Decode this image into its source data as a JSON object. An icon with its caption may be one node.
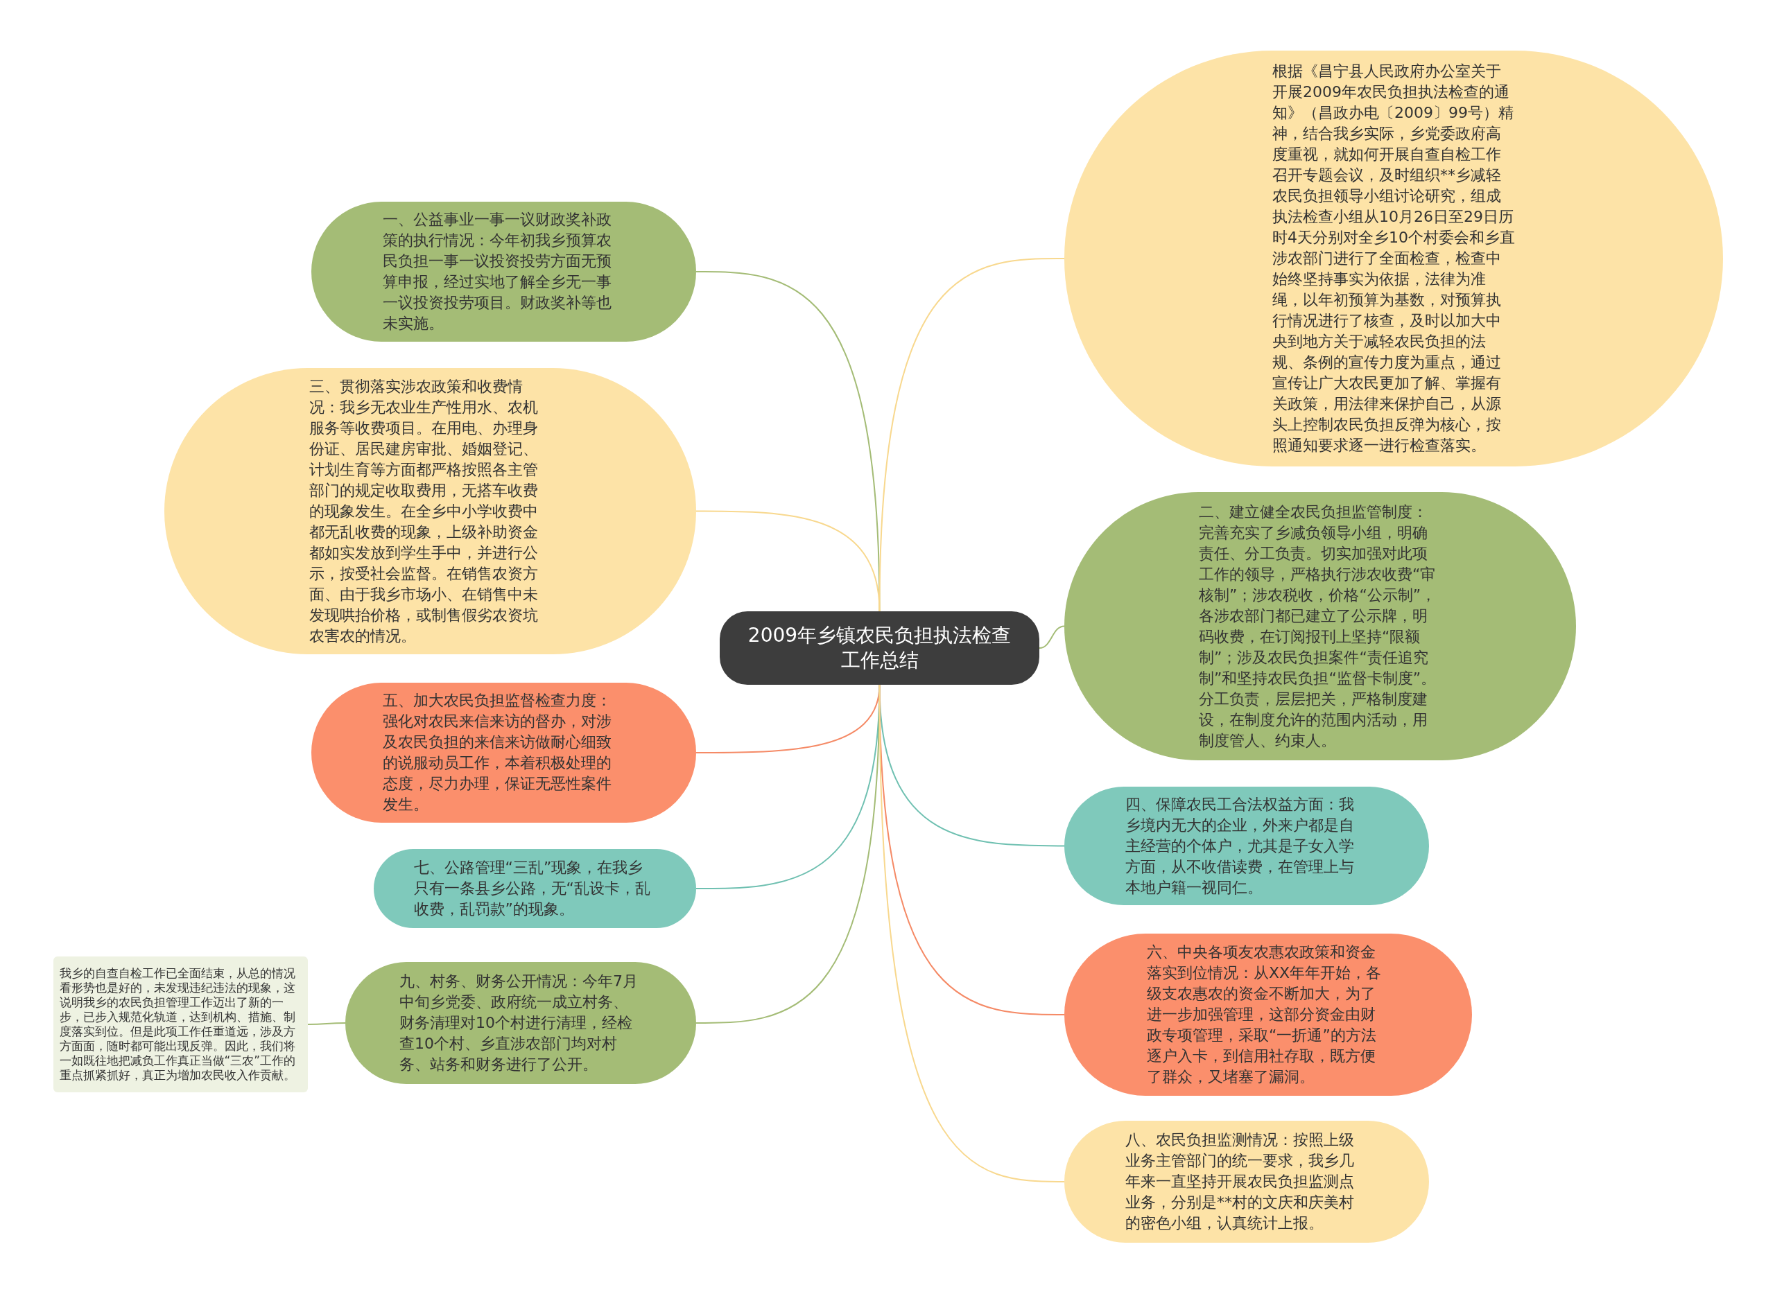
{
  "diagram": {
    "nodes": [
      {
        "text": [
          "2009年乡镇农民负担执法检查工作总结"
        ]
      },
      {
        "text": [
          "一、公益事业一事一议财政奖补政策的执行情况：今年初我乡预算农民负担一事一议投资投劳方面无预算申报，经过实地了解全乡无一事一议投资投劳项目。财政奖补等也未实施。"
        ]
      },
      {
        "text": [
          "三、贯彻落实涉农政策和收费情况：我乡无农业生产性用水、农机服务等收费项目。在用电、办理身份证、居民建房审批、婚姻登记、计划生育等方面都严格按照各主管部门的规定收取费用，无搭车收费的现象发生。在全乡中小学收费中都无乱收费的现象，上级补助资金都如实发放到学生手中，并进行公示，按受社会监督。在销售农资方面、由于我乡市场小、在销售中未发现哄抬价格，或制售假劣农资坑农害农的情况。"
        ]
      },
      {
        "text": [
          "五、加大农民负担监督检查力度：强化对农民来信来访的督办，对涉及农民负担的来信来访做耐心细致的说服动员工作，本着积极处理的态度，尽力办理，保证无恶性案件发生。"
        ]
      },
      {
        "text": [
          "七、公路管理“三乱”现象，在我乡只有一条县乡公路，无“乱设卡，乱收费，乱罚款”的现象。"
        ]
      },
      {
        "text": [
          "九、村务、财务公开情况：今年7月中旬乡党委、政府统一成立村务、财务清理对10个村进行清理，经检查10个村、乡直涉农部门均对村务、站务和财务进行了公开。"
        ]
      },
      {
        "text": [
          "我乡的自查自检工作已全面结束，从总的情况看形势也是好的，未发现违纪违法的现象，这说明我乡的农民负担管理工作迈出了新的一步，已步入规范化轨道，达到机构、措施、制度落实到位。但是此项工作任重道远，涉及方方面面，随时都可能出现反弹。因此，我们将一如既往地把减负工作真正当做“三农”工作的重点抓紧抓好，真正为增加农民收入作贡献。"
        ]
      },
      {
        "text": [
          "根据《昌宁县人民政府办公室关于开展2009年农民负担执法检查的通知》（昌政办电〔2009〕99号）精神，结合我乡实际，乡党委政府高度重视，就如何开展自查自检工作召开专题会议，及时组织**乡减轻农民负担领导小组讨论研究，组成执法检查小组从10月26日至29日历时4天分别对全乡10个村委会和乡直涉农部门进行了全面检查，检查中始终坚持事实为依据，法律为准绳，以年初预算为基数，对预算执行情况进行了核查，及时以加大中央到地方关于减轻农民负担的法规、条例的宣传力度为重点，通过宣传让广大农民更加了解、掌握有关政策，用法律来保护自己，从源头上控制农民负担反弹为核心，按照通知要求逐一进行检查落实。"
        ]
      },
      {
        "text": [
          "二、建立健全农民负担监管制度：完善充实了乡减负领导小组，明确责任、分工负责。切实加强对此项工作的领导，严格执行涉农收费“审核制”；涉农税收，价格“公示制”，各涉农部门都已建立了公示牌，明码收费，在订阅报刊上坚持“限额制”；涉及农民负担案件“责任追究制”和坚持农民负担“监督卡制度”。分工负责，层层把关，严格制度建设，在制度允许的范围内活动，用制度管人、约束人。"
        ]
      },
      {
        "text": [
          "四、保障农民工合法权益方面：我乡境内无大的企业，外来户都是自主经营的个体户，尤其是子女入学方面，从不收借读费，在管理上与本地户籍一视同仁。"
        ]
      },
      {
        "text": [
          "六、中央各项友农惠农政策和资金落实到位情况：从XX年年开始，各级支农惠农的资金不断加大，为了进一步加强管理，这部分资金由财政专项管理，采取“一折通”的方法逐户入卡，到信用社存取，既方便了群众，又堵塞了漏洞。"
        ]
      },
      {
        "text": [
          "八、农民负担监测情况：按照上级业务主管部门的统一要求，我乡几年来一直坚持开展农民负担监测点业务，分别是**村的文庆和庆美村的密色小组，认真统计上报。"
        ]
      }
    ],
    "edges": [
      {
        "from": 0,
        "to": 1,
        "arrow": "none",
        "color": "#a4bc76"
      },
      {
        "from": 0,
        "to": 2,
        "arrow": "none",
        "color": "#f8d88e"
      },
      {
        "from": 0,
        "to": 3,
        "arrow": "none",
        "color": "#f58a66"
      },
      {
        "from": 0,
        "to": 4,
        "arrow": "none",
        "color": "#6fc0b1"
      },
      {
        "from": 0,
        "to": 5,
        "arrow": "none",
        "color": "#a4bc76"
      },
      {
        "from": 5,
        "to": 6,
        "arrow": "none",
        "color": "#a4bc76"
      },
      {
        "from": 0,
        "to": 7,
        "arrow": "none",
        "color": "#f8d88e"
      },
      {
        "from": 0,
        "to": 8,
        "arrow": "none",
        "color": "#a4bc76"
      },
      {
        "from": 0,
        "to": 9,
        "arrow": "none",
        "color": "#6fc0b1"
      },
      {
        "from": 0,
        "to": 10,
        "arrow": "none",
        "color": "#f58a66"
      },
      {
        "from": 0,
        "to": 11,
        "arrow": "none",
        "color": "#f8d88e"
      }
    ]
  }
}
